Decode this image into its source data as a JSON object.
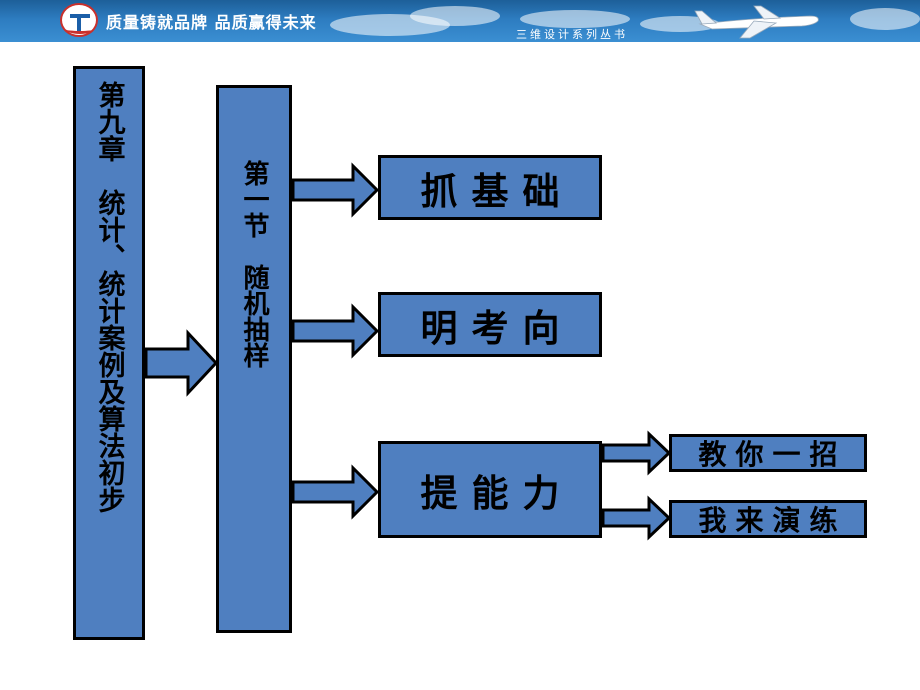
{
  "header": {
    "slogan": "质量铸就品牌 品质赢得未来",
    "series": "三维设计系列丛书",
    "logo_icon": "tc-logo-icon",
    "plane_icon": "airplane-icon",
    "background_color": "#2d7cc0"
  },
  "diagram": {
    "chapter": "第九章　统计、统计案例及算法初步",
    "section": "第一节　随机抽样",
    "branches": [
      "抓基础",
      "明考向",
      "提能力"
    ],
    "sub_branches": [
      "教你一招",
      "我来演练"
    ],
    "box_fill": "#4f7fc0",
    "border_color": "#000000"
  }
}
